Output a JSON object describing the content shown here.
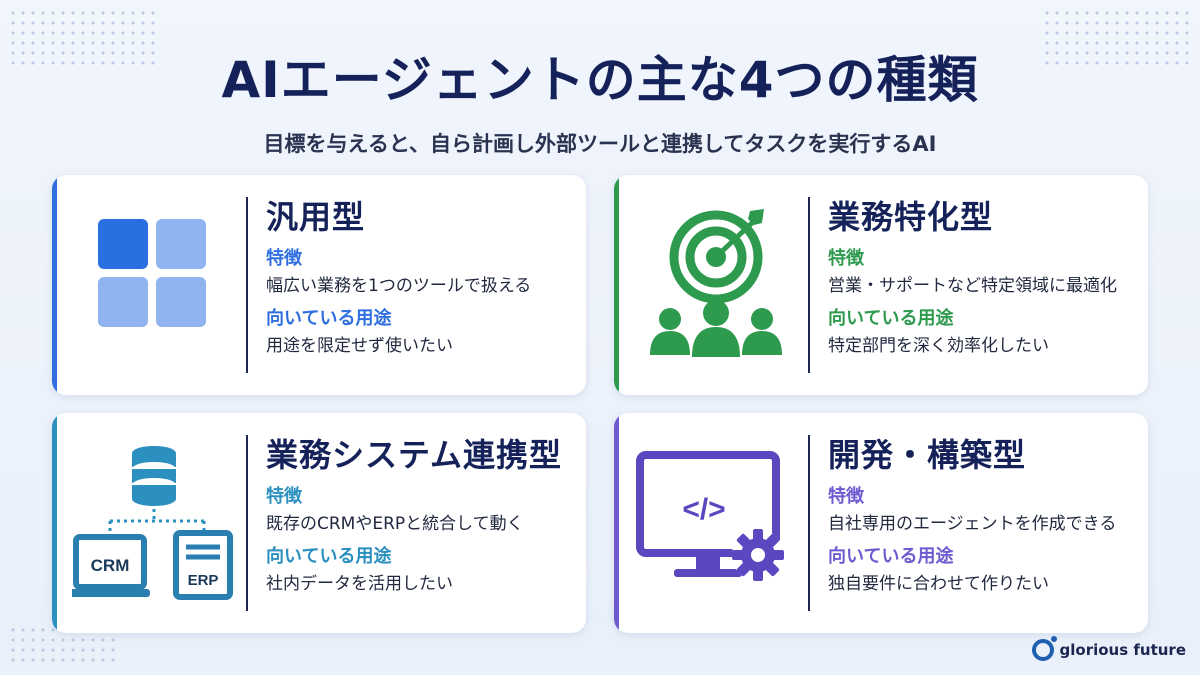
{
  "title": "AIエージェントの主な4つの種類",
  "subtitle": "目標を与えると、自ら計画し外部ツールと連携してタスクを実行するAI",
  "cards": [
    {
      "name": "汎用型",
      "feature_label": "特徴",
      "feature_text": "幅広い業務を1つのツールで扱える",
      "use_label": "向いている用途",
      "use_text": "用途を限定せず使いたい",
      "accent": "#2f6fe0",
      "icon": "grid-icon"
    },
    {
      "name": "業務特化型",
      "feature_label": "特徴",
      "feature_text": "営業・サポートなど特定領域に最適化",
      "use_label": "向いている用途",
      "use_text": "特定部門を深く効率化したい",
      "accent": "#2e9a4e",
      "icon": "target-team-icon"
    },
    {
      "name": "業務システム連携型",
      "feature_label": "特徴",
      "feature_text": "既存のCRMやERPと統合して動く",
      "use_label": "向いている用途",
      "use_text": "社内データを活用したい",
      "accent": "#2b8fbf",
      "icon": "database-integration-icon",
      "icon_labels": {
        "crm": "CRM",
        "erp": "ERP"
      }
    },
    {
      "name": "開発・構築型",
      "feature_label": "特徴",
      "feature_text": "自社専用のエージェントを作成できる",
      "use_label": "向いている用途",
      "use_text": "独自要件に合わせて作りたい",
      "accent": "#6f5ad0",
      "icon": "code-monitor-gear-icon",
      "icon_labels": {
        "code": "</>"
      }
    }
  ],
  "brand": "glorious future"
}
